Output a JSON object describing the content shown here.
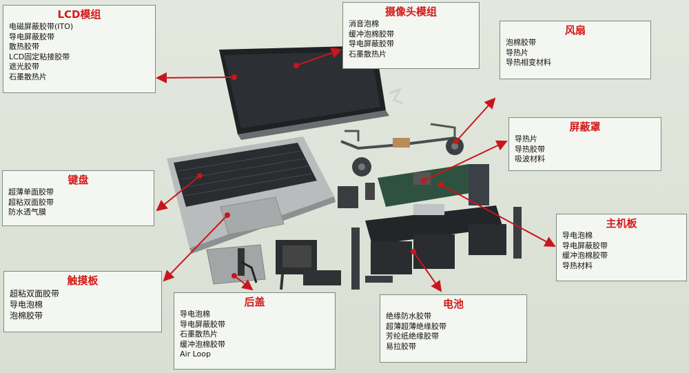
{
  "callouts": [
    {
      "id": "lcd",
      "title": "LCD模组",
      "items": [
        "电磁屏蔽胶带(ITO)",
        "导电屏蔽胶带",
        "散热胶带",
        "LCD固定粘接胶带",
        "遮光胶带",
        "石墨散热片"
      ]
    },
    {
      "id": "camera",
      "title": "摄像头模组",
      "items": [
        "消音泡棉",
        "缓冲泡棉胶带",
        "导电屏蔽胶带",
        "石墨散热片"
      ]
    },
    {
      "id": "fan",
      "title": "风扇",
      "items": [
        "泡棉胶带",
        "导热片",
        "导热相变材料"
      ]
    },
    {
      "id": "shield",
      "title": "屏蔽罩",
      "items": [
        "导热片",
        "导热胶带",
        "吸波材料"
      ]
    },
    {
      "id": "keyboard",
      "title": "键盘",
      "items": [
        "超薄单面胶带",
        "超粘双面胶带",
        "防水透气膜"
      ]
    },
    {
      "id": "mainboard",
      "title": "主机板",
      "items": [
        "导电泡棉",
        "导电屏蔽胶带",
        "缓冲泡棉胶带",
        "导热材料"
      ]
    },
    {
      "id": "touchpad",
      "title": "触摸板",
      "items": [
        "超粘双面胶带",
        "导电泡棉",
        "泡棉胶带"
      ]
    },
    {
      "id": "backcover",
      "title": "后盖",
      "items": [
        "导电泡棉",
        "导电屏蔽胶带",
        "石墨散热片",
        "缓冲泡棉胶带",
        "Air Loop"
      ]
    },
    {
      "id": "battery",
      "title": "电池",
      "items": [
        "绝缘防水胶带",
        "超薄超薄绝缘胶带",
        "芳纶纸绝缘胶带",
        "易拉胶带"
      ]
    }
  ],
  "colors": {
    "accent": "#d21a1a",
    "box_bg": "#f4f6f1",
    "box_border": "#7a8a82"
  }
}
